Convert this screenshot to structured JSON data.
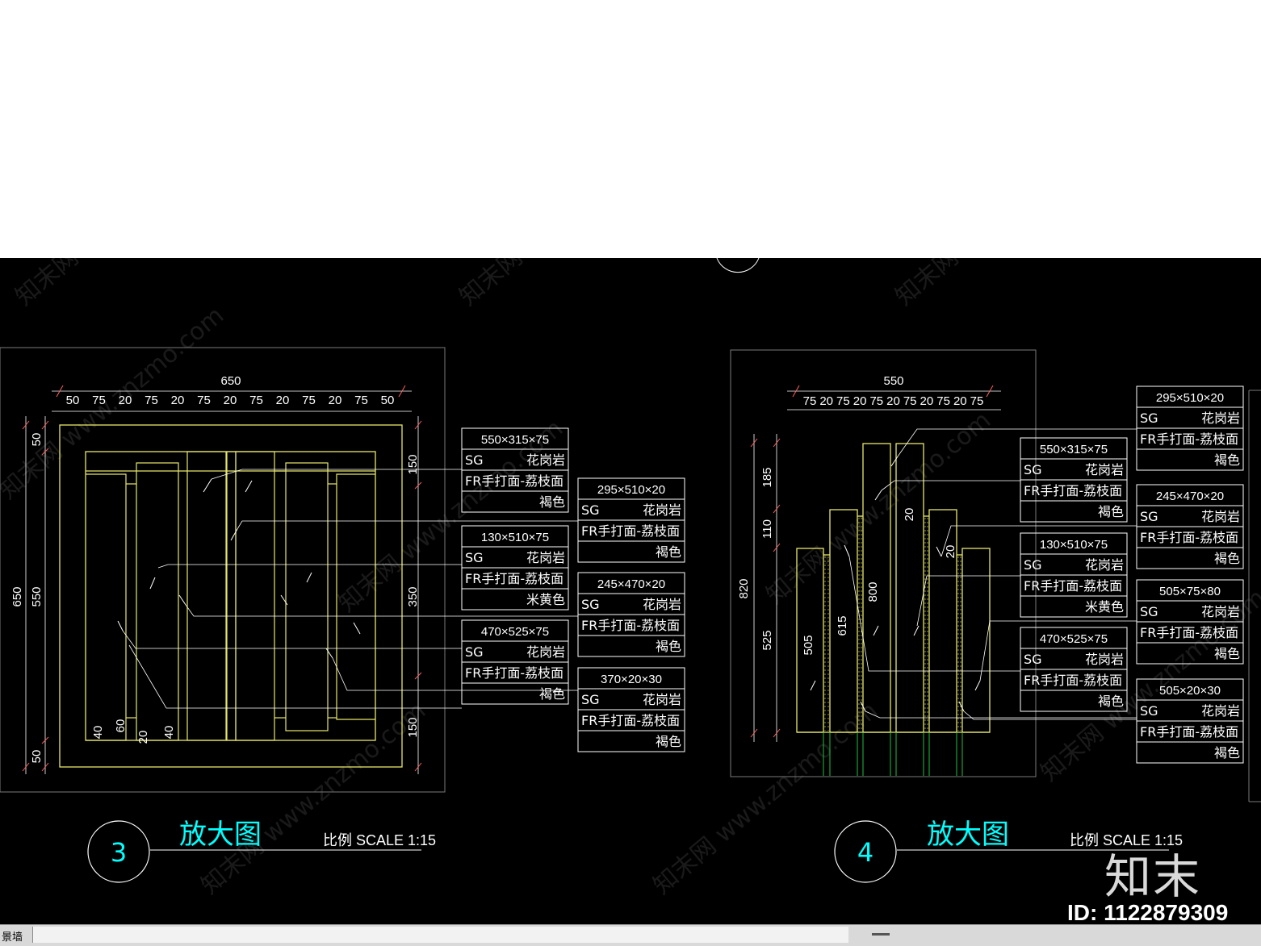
{
  "status_bar": {
    "tab_label": "景墙"
  },
  "watermark": {
    "logo": "知末",
    "id": "ID: 1122879309",
    "tile_text": "知末网 www.znzmo.com"
  },
  "drawing3": {
    "top_total": "650",
    "top_dims": [
      "50",
      "75",
      "20",
      "75",
      "20",
      "75",
      "20",
      "75",
      "20",
      "75",
      "20",
      "75",
      "50"
    ],
    "left_outer": "650",
    "left_inner": "550",
    "left_top": "50",
    "left_bottom": "50",
    "right_dims": [
      "150",
      "350",
      "150"
    ],
    "bottom_dims": [
      "40",
      "60",
      "20",
      "40"
    ],
    "labels": [
      {
        "size": "550×315×75",
        "row1_code": "SG",
        "row1_mat": "花岗岩",
        "row2": "FR手打面-荔枝面",
        "color": "褐色"
      },
      {
        "size": "130×510×75",
        "row1_code": "SG",
        "row1_mat": "花岗岩",
        "row2": "FR手打面-荔枝面",
        "color": "米黄色"
      },
      {
        "size": "470×525×75",
        "row1_code": "SG",
        "row1_mat": "花岗岩",
        "row2": "FR手打面-荔枝面",
        "color": "褐色"
      },
      {
        "size": "295×510×20",
        "row1_code": "SG",
        "row1_mat": "花岗岩",
        "row2": "FR手打面-荔枝面",
        "color": "褐色"
      },
      {
        "size": "245×470×20",
        "row1_code": "SG",
        "row1_mat": "花岗岩",
        "row2": "FR手打面-荔枝面",
        "color": "褐色"
      },
      {
        "size": "370×20×30",
        "row1_code": "SG",
        "row1_mat": "花岗岩",
        "row2": "FR手打面-荔枝面",
        "color": "褐色"
      }
    ],
    "caption_number": "3",
    "caption_title": "放大图",
    "caption_scale": "比例 SCALE 1:15"
  },
  "drawing4": {
    "top_total": "550",
    "top_dims": [
      "75",
      "20",
      "75",
      "20",
      "75",
      "20",
      "75",
      "20",
      "75",
      "20",
      "75"
    ],
    "left_total": "820",
    "left_dims": [
      "185",
      "110",
      "525"
    ],
    "inner_dims": [
      "505",
      "615",
      "800",
      "20",
      "20"
    ],
    "labels": [
      {
        "size": "550×315×75",
        "row1_code": "SG",
        "row1_mat": "花岗岩",
        "row2": "FR手打面-荔枝面",
        "color": "褐色"
      },
      {
        "size": "130×510×75",
        "row1_code": "SG",
        "row1_mat": "花岗岩",
        "row2": "FR手打面-荔枝面",
        "color": "米黄色"
      },
      {
        "size": "470×525×75",
        "row1_code": "SG",
        "row1_mat": "花岗岩",
        "row2": "FR手打面-荔枝面",
        "color": "褐色"
      },
      {
        "size": "295×510×20",
        "row1_code": "SG",
        "row1_mat": "花岗岩",
        "row2": "FR手打面-荔枝面",
        "color": "褐色"
      },
      {
        "size": "245×470×20",
        "row1_code": "SG",
        "row1_mat": "花岗岩",
        "row2": "FR手打面-荔枝面",
        "color": "褐色"
      },
      {
        "size": "505×75×80",
        "row1_code": "SG",
        "row1_mat": "花岗岩",
        "row2": "FR手打面-荔枝面",
        "color": "褐色"
      },
      {
        "size": "505×20×30",
        "row1_code": "SG",
        "row1_mat": "花岗岩",
        "row2": "FR手打面-荔枝面",
        "color": "褐色"
      }
    ],
    "caption_number": "4",
    "caption_title": "放大图",
    "caption_scale": "比例 SCALE 1:15"
  }
}
